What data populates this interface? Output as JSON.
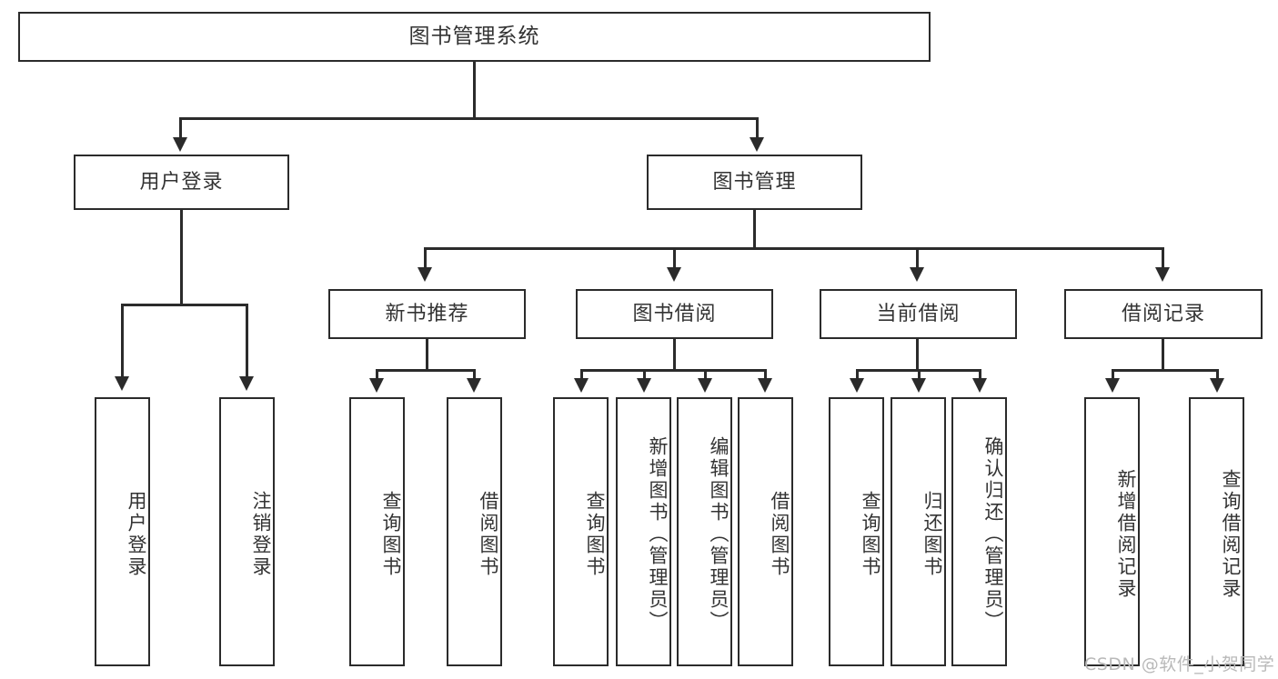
{
  "diagram": {
    "type": "tree",
    "title": "图书管理系统",
    "watermark": "CSDN @软件_小贺同学",
    "nodes": {
      "root": {
        "label": "图书管理系统"
      },
      "level2": [
        {
          "id": "user-login",
          "label": "用户登录"
        },
        {
          "id": "book-management",
          "label": "图书管理"
        }
      ],
      "level3": [
        {
          "id": "new-book-recommend",
          "label": "新书推荐"
        },
        {
          "id": "book-borrow",
          "label": "图书借阅"
        },
        {
          "id": "current-borrow",
          "label": "当前借阅"
        },
        {
          "id": "borrow-record",
          "label": "借阅记录"
        }
      ],
      "leaves": {
        "user_login": [
          {
            "id": "leaf-user-login",
            "label": "用户登录"
          },
          {
            "id": "leaf-logout-login",
            "label": "注销登录"
          }
        ],
        "new_book_recommend": [
          {
            "id": "leaf-query-book-1",
            "label": "查询图书"
          },
          {
            "id": "leaf-borrow-book-1",
            "label": "借阅图书"
          }
        ],
        "book_borrow": [
          {
            "id": "leaf-query-book-2",
            "label": "查询图书"
          },
          {
            "id": "leaf-add-book",
            "label": "新增图书（管理员）"
          },
          {
            "id": "leaf-edit-book",
            "label": "编辑图书（管理员）"
          },
          {
            "id": "leaf-borrow-book-2",
            "label": "借阅图书"
          }
        ],
        "current_borrow": [
          {
            "id": "leaf-query-book-3",
            "label": "查询图书"
          },
          {
            "id": "leaf-return-book",
            "label": "归还图书"
          },
          {
            "id": "leaf-confirm-return",
            "label": "确认归还（管理员）"
          }
        ],
        "borrow_record": [
          {
            "id": "leaf-add-record",
            "label": "新增借阅记录"
          },
          {
            "id": "leaf-query-record",
            "label": "查询借阅记录"
          }
        ]
      }
    },
    "colors": {
      "stroke": "#2b2b2b",
      "fill": "#ffffff",
      "text": "#333333",
      "watermark": "#b9b9b9"
    }
  }
}
